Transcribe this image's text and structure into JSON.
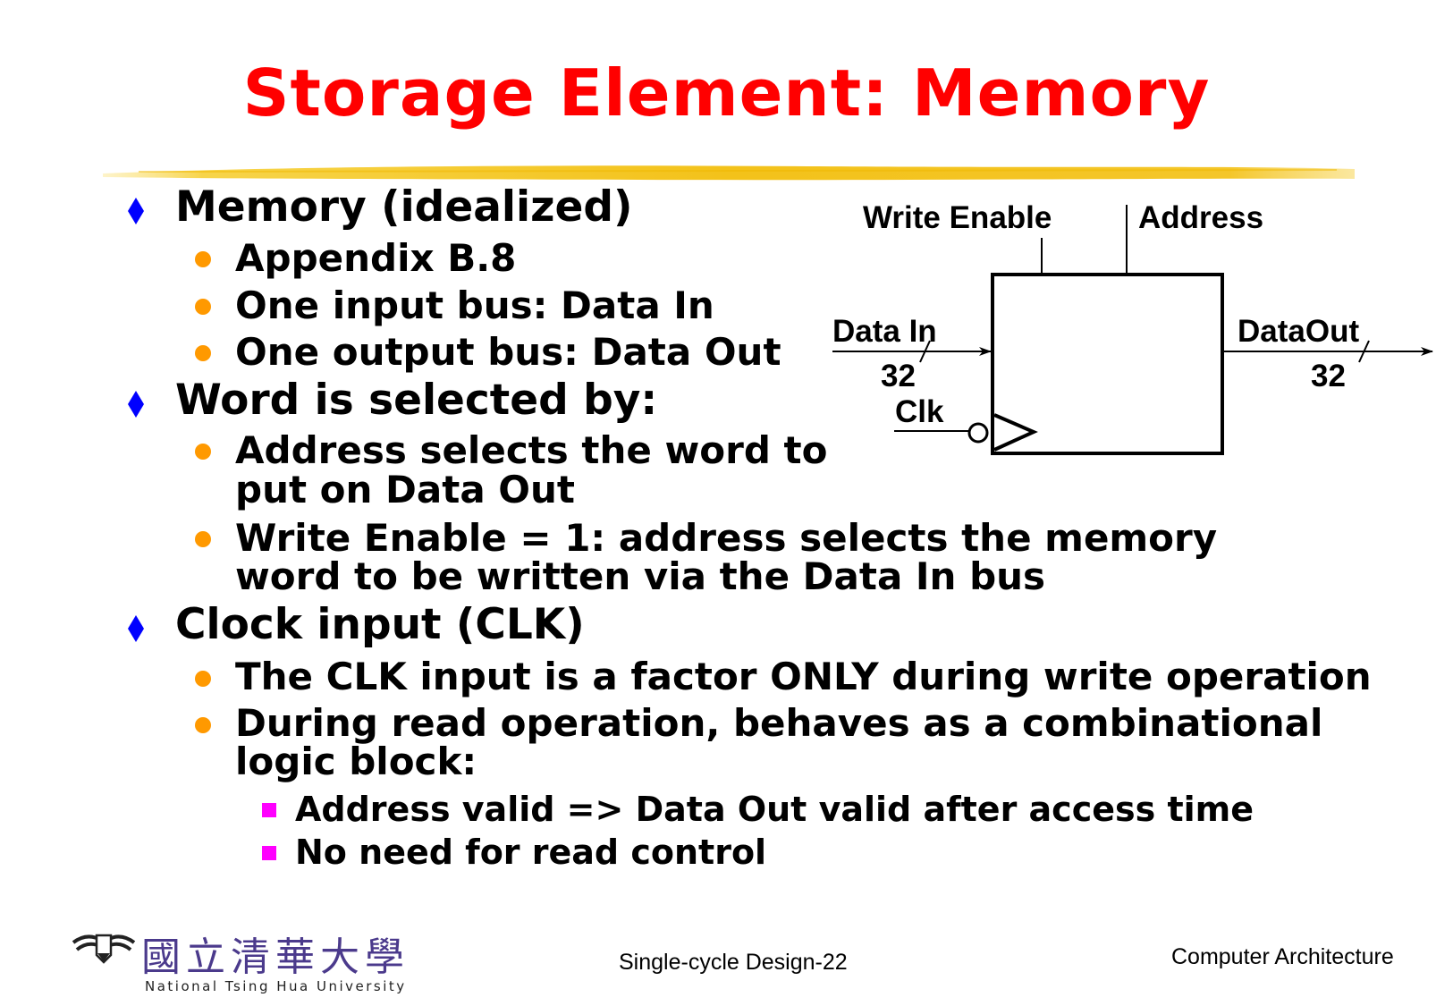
{
  "slide": {
    "title": "Storage Element: Memory",
    "colors": {
      "title": "#ff0000",
      "level1_bullet": "#0000ff",
      "level2_bullet": "#ff9900",
      "level3_bullet": "#ff00ff",
      "underline_brush": "#f5c518",
      "logo": "#4b3a8c"
    },
    "bullets": [
      {
        "text": "Memory (idealized)",
        "icon": "blue-diamond-bullet",
        "children": [
          {
            "lines": [
              "Appendix B.8"
            ]
          },
          {
            "lines": [
              "One input bus: Data In"
            ]
          },
          {
            "lines": [
              "One output bus: Data Out"
            ]
          }
        ]
      },
      {
        "text": "Word is selected by:",
        "icon": "blue-diamond-bullet",
        "children": [
          {
            "lines": [
              "Address selects the word to",
              "put on Data Out"
            ]
          },
          {
            "lines": [
              "Write Enable = 1: address selects the memory",
              "word to be written via the Data In bus"
            ]
          }
        ]
      },
      {
        "text": "Clock input (CLK)",
        "icon": "blue-diamond-bullet",
        "children": [
          {
            "lines": [
              "The CLK input is a factor ONLY during write operation"
            ]
          },
          {
            "lines": [
              "During read operation, behaves as a combinational",
              "logic block:"
            ],
            "children": [
              {
                "text": "Address valid => Data Out valid after access time"
              },
              {
                "text": "No need for read control"
              }
            ]
          }
        ]
      }
    ],
    "diagram": {
      "write_enable": "Write Enable",
      "address": "Address",
      "data_in": "Data In",
      "data_in_width": "32",
      "data_out": "DataOut",
      "data_out_width": "32",
      "clk": "Clk"
    },
    "footer": {
      "center": "Single-cycle Design-22",
      "right": "Computer Architecture",
      "logo_chinese": "國立清華大學",
      "logo_english": "National Tsing Hua University"
    }
  }
}
